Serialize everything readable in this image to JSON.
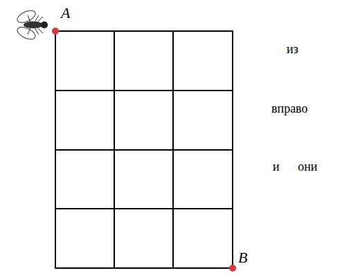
{
  "diagram": {
    "labels": [
      "A",
      "B",
      "из",
      "вправо",
      "и они"
    ]
  }
}
